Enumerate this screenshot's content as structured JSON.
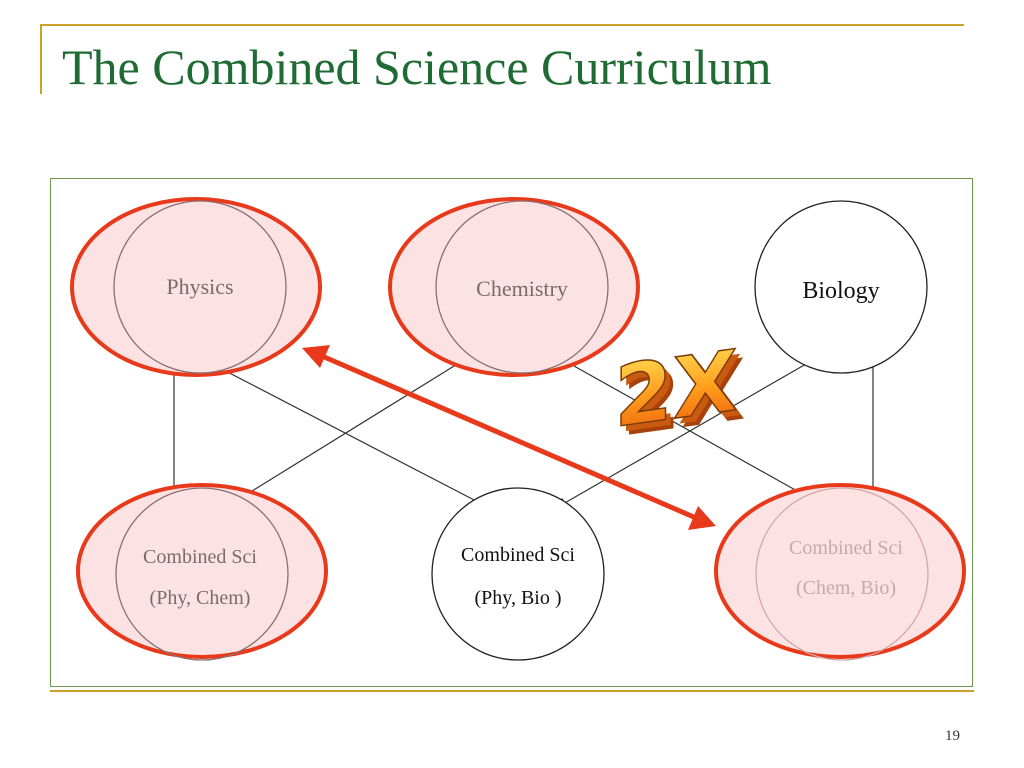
{
  "slide": {
    "title": "The Combined Science Curriculum",
    "page_number": "19"
  },
  "diagram": {
    "nodes": {
      "physics": {
        "label": "Physics",
        "highlighted": true
      },
      "chemistry": {
        "label": "Chemistry",
        "highlighted": true
      },
      "biology": {
        "label": "Biology",
        "highlighted": false
      },
      "phy_chem": {
        "line1": "Combined Sci",
        "line2": "(Phy, Chem)",
        "highlighted": true
      },
      "phy_bio": {
        "line1": "Combined Sci",
        "line2": "(Phy, Bio )",
        "highlighted": false
      },
      "chem_bio": {
        "line1": "Combined Sci",
        "line2": "(Chem, Bio)",
        "highlighted": true
      }
    },
    "callout": "2X"
  },
  "colors": {
    "title_green": "#1f6b34",
    "rule_gold": "#c9a227",
    "highlight_red": "#e8391a",
    "highlight_fill": "#fde2e4",
    "wordart_orange": "#f5a623"
  }
}
